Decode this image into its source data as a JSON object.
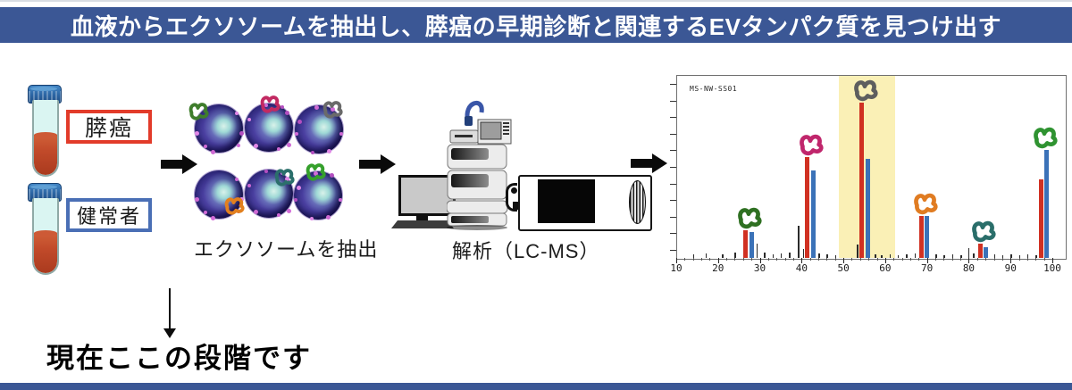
{
  "banner": {
    "title": "血液からエクソソームを抽出し、膵癌の早期診断と関連するEVタンパク質を見つけ出す",
    "bg_color": "#3b5795",
    "text_color": "#ffffff"
  },
  "workflow": {
    "samples": [
      {
        "label": "膵癌",
        "box_border": "#e23b2a",
        "tube": "blue cap, cyan plasma over red blood"
      },
      {
        "label": "健常者",
        "box_border": "#4a6fb5",
        "tube": "blue cap, cyan plasma over red blood"
      }
    ],
    "extract_label": "エクソソームを抽出",
    "analyze_label": "解析（LC-MS）",
    "stage_note": "現在ここの段階です"
  },
  "exosomes": {
    "rows": [
      [
        {
          "glyph_color": "#3f7d2c",
          "dx": -24,
          "dy": -20
        },
        {
          "glyph_color": "#c22a62",
          "dx": 0,
          "dy": -27
        },
        {
          "glyph_color": "#6a6a6a",
          "dx": 14,
          "dy": -23
        }
      ],
      [
        {
          "glyph_color": "#e2801f",
          "dx": 16,
          "dy": 12
        },
        {
          "glyph_color": "#2b6f6b",
          "dx": 16,
          "dy": -19
        },
        {
          "glyph_color": "#35a02c",
          "dx": -4,
          "dy": -27
        }
      ]
    ],
    "centers": [
      [
        245,
        142
      ],
      [
        301,
        141
      ],
      [
        357,
        143
      ],
      [
        245,
        216
      ],
      [
        301,
        215
      ],
      [
        356,
        217
      ]
    ]
  },
  "chart_data": {
    "type": "bar",
    "title": "MS-NW-SS01",
    "xlabel": "",
    "ylabel": "",
    "xlim": [
      10,
      100
    ],
    "ylim": [
      0,
      1
    ],
    "grid": false,
    "legend_position": "none",
    "x_ticks": [
      10,
      20,
      30,
      40,
      50,
      60,
      70,
      80,
      90,
      100
    ],
    "highlight_band": {
      "x0": 49.0,
      "x1": 62.3,
      "color": "#faf0b6"
    },
    "series": [
      {
        "name": "pancreatic-cancer-red",
        "color": "#d03122",
        "points": [
          {
            "x": 26.5,
            "y": 0.15
          },
          {
            "x": 41.3,
            "y": 0.55
          },
          {
            "x": 54.3,
            "y": 0.85
          },
          {
            "x": 68.7,
            "y": 0.23
          },
          {
            "x": 82.7,
            "y": 0.08
          },
          {
            "x": 97.3,
            "y": 0.43
          }
        ]
      },
      {
        "name": "healthy-blue",
        "color": "#3b72b8",
        "points": [
          {
            "x": 28.0,
            "y": 0.14
          },
          {
            "x": 42.8,
            "y": 0.48
          },
          {
            "x": 55.8,
            "y": 0.54
          },
          {
            "x": 70.0,
            "y": 0.23
          },
          {
            "x": 84.0,
            "y": 0.06
          },
          {
            "x": 98.7,
            "y": 0.59
          }
        ]
      }
    ],
    "noise_peaks": [
      {
        "x": 14,
        "y": 0.02
      },
      {
        "x": 17,
        "y": 0.025
      },
      {
        "x": 21,
        "y": 0.02
      },
      {
        "x": 24,
        "y": 0.03
      },
      {
        "x": 29.2,
        "y": 0.08
      },
      {
        "x": 31,
        "y": 0.03
      },
      {
        "x": 33,
        "y": 0.02
      },
      {
        "x": 35,
        "y": 0.025
      },
      {
        "x": 37,
        "y": 0.03
      },
      {
        "x": 39.1,
        "y": 0.175
      },
      {
        "x": 40.3,
        "y": 0.05
      },
      {
        "x": 44,
        "y": 0.025
      },
      {
        "x": 46,
        "y": 0.02
      },
      {
        "x": 48,
        "y": 0.015
      },
      {
        "x": 53.2,
        "y": 0.075
      },
      {
        "x": 57.5,
        "y": 0.02
      },
      {
        "x": 59,
        "y": 0.015
      },
      {
        "x": 61,
        "y": 0.02
      },
      {
        "x": 63,
        "y": 0.015
      },
      {
        "x": 65,
        "y": 0.02
      },
      {
        "x": 67,
        "y": 0.025
      },
      {
        "x": 72,
        "y": 0.02
      },
      {
        "x": 74,
        "y": 0.015
      },
      {
        "x": 76,
        "y": 0.02
      },
      {
        "x": 78,
        "y": 0.015
      },
      {
        "x": 79.8,
        "y": 0.055
      },
      {
        "x": 81,
        "y": 0.025
      },
      {
        "x": 86,
        "y": 0.02
      },
      {
        "x": 88,
        "y": 0.015
      },
      {
        "x": 90,
        "y": 0.02
      },
      {
        "x": 92,
        "y": 0.015
      },
      {
        "x": 94,
        "y": 0.02
      },
      {
        "x": 96,
        "y": 0.015
      }
    ],
    "protein_markers": [
      {
        "x": 26.5,
        "color": "#2f7022"
      },
      {
        "x": 41.3,
        "color": "#c0266c"
      },
      {
        "x": 54.3,
        "color": "#5e5e5e"
      },
      {
        "x": 68.7,
        "color": "#e07c22"
      },
      {
        "x": 82.7,
        "color": "#2a6e6a"
      },
      {
        "x": 97.3,
        "color": "#2f9331"
      }
    ]
  }
}
